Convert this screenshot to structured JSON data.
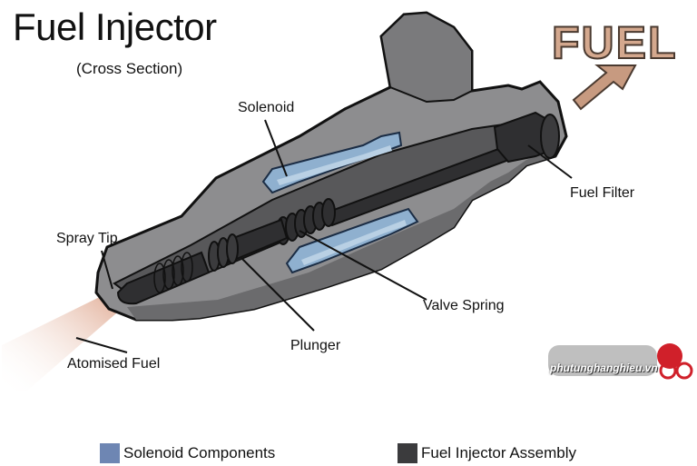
{
  "header": {
    "title": "Fuel Injector",
    "subtitle": "(Cross Section)"
  },
  "fuel_label": "FUEL",
  "labels": {
    "solenoid": "Solenoid",
    "fuel_filter": "Fuel Filter",
    "spray_tip": "Spray Tip",
    "valve_spring": "Valve Spring",
    "plunger": "Plunger",
    "atomised_fuel": "Atomised Fuel"
  },
  "legend": [
    {
      "label": "Solenoid Components",
      "color": "#6e86b3"
    },
    {
      "label": "Fuel Injector Assembly",
      "color": "#3b3b3d"
    }
  ],
  "watermark": "phutunghanghieu.vn",
  "colors": {
    "body": "#8d8d8f",
    "body_dark": "#58585a",
    "core": "#2f2f31",
    "solenoid": "#8fb0cf",
    "spray": "#e8b89a",
    "arrow": "#c79a80"
  }
}
